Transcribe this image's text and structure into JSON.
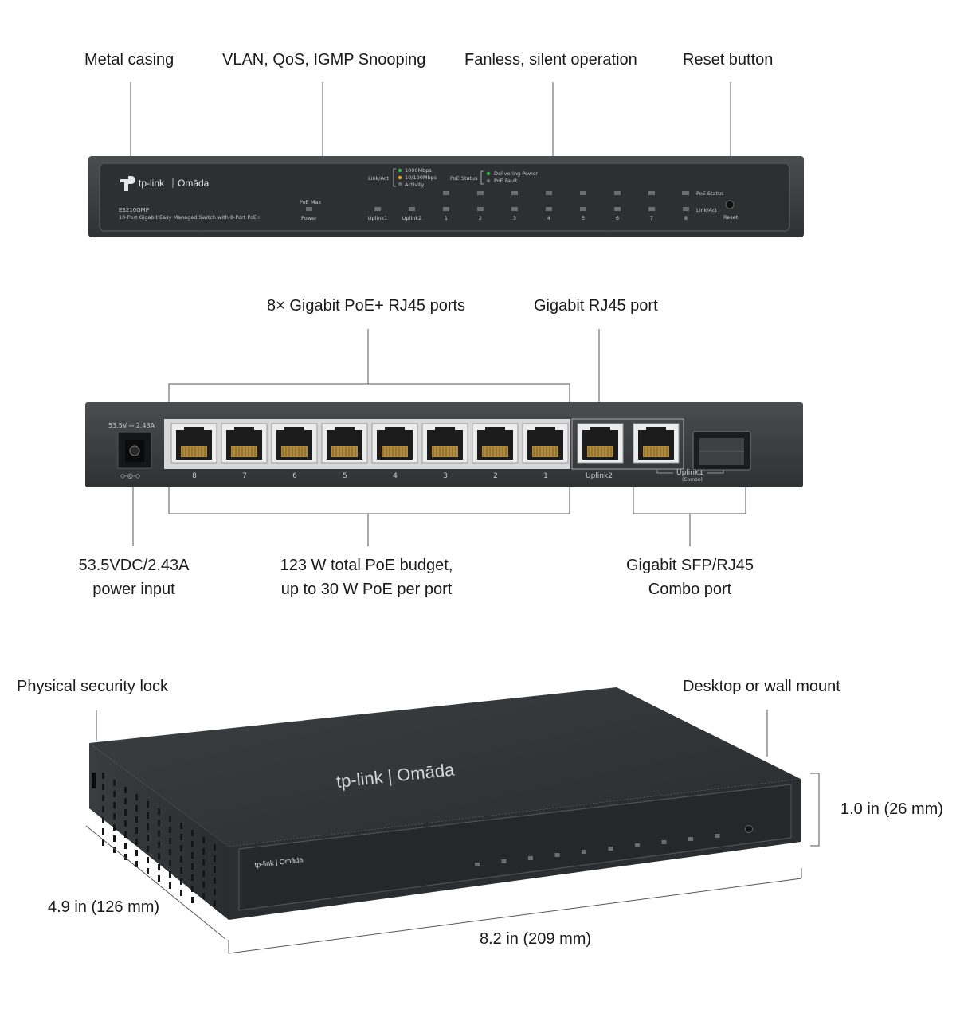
{
  "front_panel": {
    "callouts": {
      "metal_casing": "Metal casing",
      "vlan_qos": "VLAN, QoS, IGMP Snooping",
      "fanless": "Fanless, silent operation",
      "reset_button": "Reset button"
    },
    "brand": "tp-link",
    "brand_sub": "Omāda",
    "model": "ES210GMP",
    "model_desc": "10-Port Gigabit Easy Managed Switch with 8-Port PoE+",
    "led_poe_max": "PoE Max",
    "led_power": "Power",
    "legend_linkact": "Link/Act",
    "legend_1000": "1000Mbps",
    "legend_10100": "10/100Mbps",
    "legend_activity": "Activity",
    "legend_poe_status": "PoE Status",
    "legend_delivering": "Delivering Power",
    "legend_fault": "PoE Fault",
    "port_labels": [
      "Uplink1",
      "Uplink2",
      "1",
      "2",
      "3",
      "4",
      "5",
      "6",
      "7",
      "8"
    ],
    "row_poe_status": "PoE Status",
    "row_linkact": "Link/Act",
    "reset": "Reset"
  },
  "rear_panel": {
    "callouts": {
      "poe_ports": "8× Gigabit PoE+ RJ45 ports",
      "rj45_port": "Gigabit RJ45 port",
      "power_line1": "53.5VDC/2.43A",
      "power_line2": "power input",
      "budget_line1": "123 W total PoE budget,",
      "budget_line2": "up to 30 W PoE per port",
      "combo_line1": "Gigabit SFP/RJ45",
      "combo_line2": "Combo port"
    },
    "power_rating": "53.5V ⎓ 2.43A",
    "polarity": "◇-◎-◇",
    "port_numbers": [
      "8",
      "7",
      "6",
      "5",
      "4",
      "3",
      "2",
      "1"
    ],
    "uplink2": "Uplink2",
    "uplink1": "Uplink1",
    "combo": "(Combo)"
  },
  "iso_view": {
    "callouts": {
      "security_lock": "Physical security lock",
      "mount": "Desktop or wall mount",
      "height": "1.0 in (26 mm)",
      "depth": "4.9 in (126 mm)",
      "width": "8.2 in (209 mm)"
    },
    "brand_top": "tp-link | Omāda"
  },
  "colors": {
    "chassis": "#3a3c40",
    "panel": "#2c2e31",
    "led_green": "#3bb54a",
    "led_amber": "#e0a21b",
    "port_gold": "#b08a3e"
  }
}
